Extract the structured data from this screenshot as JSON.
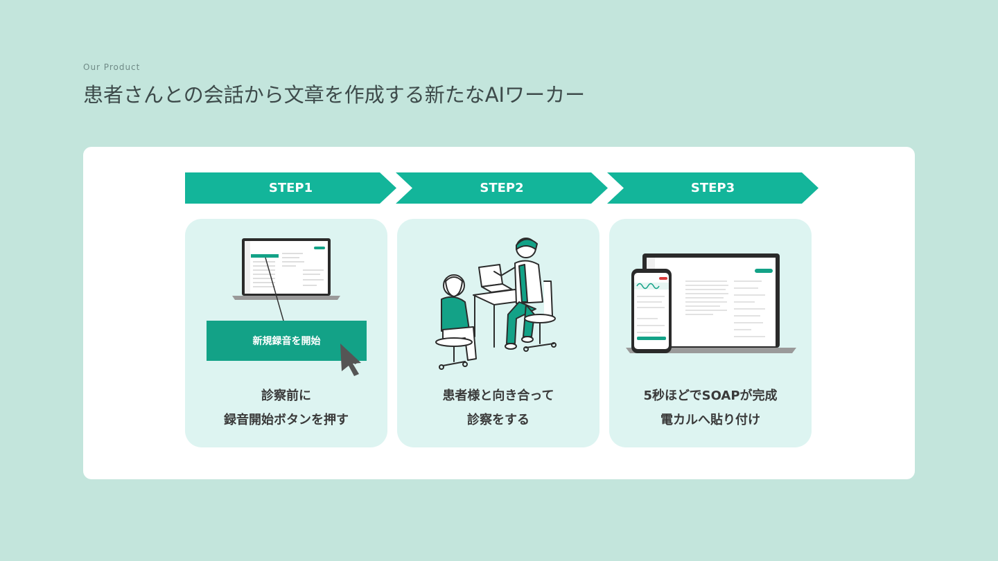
{
  "header": {
    "eyebrow": "Our Product",
    "title": "患者さんとの会話から文章を作成する新たなAIワーカー"
  },
  "colors": {
    "page_bg": "#c3e5dc",
    "accent": "#13b59a",
    "card_bg": "#ddf4f1"
  },
  "steps": [
    {
      "label": "STEP1",
      "button_label": "新規録音を開始",
      "caption": [
        "診察前に",
        "録音開始ボタンを押す"
      ],
      "illustration": "laptop-with-record-button"
    },
    {
      "label": "STEP2",
      "caption": [
        "患者様と向き合って",
        "診察をする"
      ],
      "illustration": "doctor-patient-consultation"
    },
    {
      "label": "STEP3",
      "caption": [
        "5秒ほどでSOAPが完成",
        "電カルへ貼り付け"
      ],
      "illustration": "laptop-and-phone-with-soap-note"
    }
  ]
}
